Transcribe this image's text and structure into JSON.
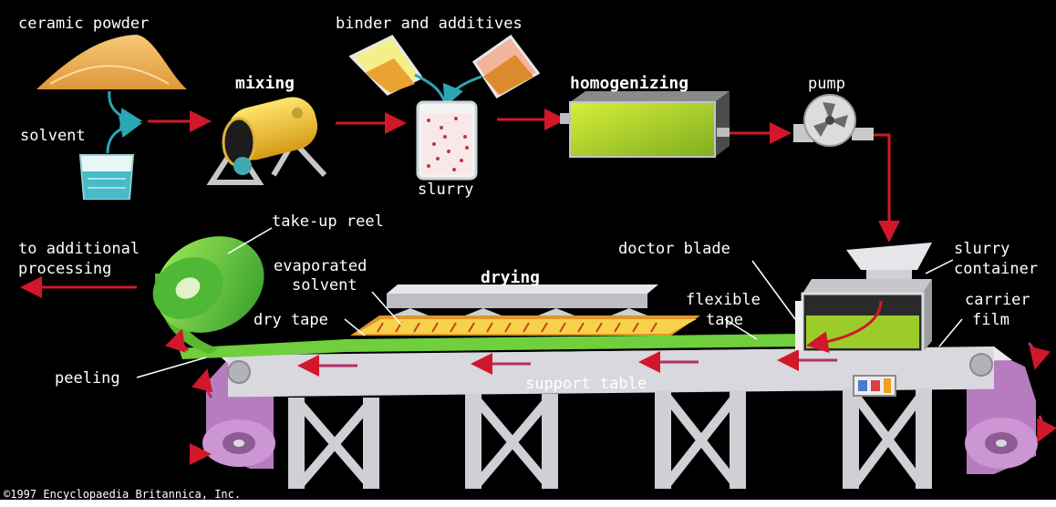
{
  "diagram": {
    "labels": {
      "ceramic_powder": "ceramic powder",
      "binder_additives": "binder and additives",
      "mixing": "mixing",
      "homogenizing": "homogenizing",
      "pump": "pump",
      "solvent": "solvent",
      "slurry": "slurry",
      "take_up_reel": "take-up reel",
      "to_additional_1": "to additional",
      "to_additional_2": "processing",
      "evaporated_1": "evaporated",
      "evaporated_2": "solvent",
      "drying": "drying",
      "doctor_blade": "doctor blade",
      "slurry_container_1": "slurry",
      "slurry_container_2": "container",
      "flexible_1": "flexible",
      "flexible_2": "tape",
      "carrier_1": "carrier",
      "carrier_2": "film",
      "dry_tape": "dry tape",
      "peeling": "peeling",
      "support_table": "support table",
      "copyright": "©1997 Encyclopaedia Britannica, Inc."
    },
    "colors": {
      "background": "#000000",
      "flow_arrow": "#d0182a",
      "table": "#d8d8de",
      "belt": "#b77bc0",
      "slurry": "#9ccc2a",
      "tape": "#6fcf3c"
    }
  }
}
